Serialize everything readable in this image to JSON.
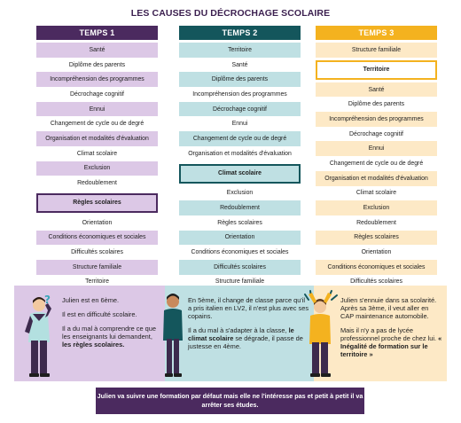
{
  "title": "LES CAUSES DU DÉCROCHAGE SCOLAIRE",
  "columns": [
    {
      "heading": "TEMPS 1",
      "highlight": "Règles scolaires",
      "rows": [
        "Santé",
        "Diplôme des parents",
        "Incompréhension des programmes",
        "Décrochage cognitif",
        "Ennui",
        "Changement de cycle ou de degré",
        "Organisation et modalités d'évaluation",
        "Climat scolaire",
        "Exclusion",
        "Redoublement",
        "Règles scolaires",
        "Orientation",
        "Conditions économiques et sociales",
        "Difficultés scolaires",
        "Structure familiale",
        "Territoire"
      ]
    },
    {
      "heading": "TEMPS 2",
      "highlight": "Climat scolaire",
      "rows": [
        "Territoire",
        "Santé",
        "Diplôme des parents",
        "Incompréhension des programmes",
        "Décrochage cognitif",
        "Ennui",
        "Changement de cycle ou de degré",
        "Organisation et modalités d'évaluation",
        "Climat scolaire",
        "Exclusion",
        "Redoublement",
        "Règles scolaires",
        "Orientation",
        "Conditions économiques et sociales",
        "Difficultés scolaires",
        "Structure familiale"
      ]
    },
    {
      "heading": "TEMPS 3",
      "highlight": "Territoire",
      "rows": [
        "Structure familiale",
        "Territoire",
        "Santé",
        "Diplôme des parents",
        "Incompréhension des programmes",
        "Décrochage cognitif",
        "Ennui",
        "Changement de cycle ou de degré",
        "Organisation et modalités d'évaluation",
        "Climat scolaire",
        "Exclusion",
        "Redoublement",
        "Règles scolaires",
        "Orientation",
        "Conditions économiques et sociales",
        "Difficultés scolaires"
      ]
    }
  ],
  "panels": [
    {
      "p1": "Julien est en 6ème.",
      "p2": "Il est en difficulté scolaire.",
      "p3_plain": "Il a du mal à comprendre ce que les enseignants lui demandent, ",
      "p3_bold": "les règles scolaires."
    },
    {
      "p1": "En 5ème, il change de classe parce qu'il a pris italien en LV2, il n'est plus avec ses copains.",
      "p2_plain": "Il a du mal à s'adapter à la classe, ",
      "p2_bold": "le climat scolaire",
      "p2_end": " se dégrade, il passe de justesse en 4ème."
    },
    {
      "p1": "Julien s'ennuie dans sa scolarité. Après sa 3ème, il veut aller en CAP maintenance automobile.",
      "p2_plain": "Mais il n'y a pas de lycée professionnel proche de chez lui. ",
      "p2_bold": "« Inégalité de formation sur le territoire »"
    }
  ],
  "footer": "Julien va suivre une formation par défaut mais elle ne l'intéresse pas et petit à petit il va arrêter ses études.",
  "colors": {
    "purple": "#4b2a5f",
    "teal": "#14565c",
    "yellow": "#f4b21f"
  }
}
